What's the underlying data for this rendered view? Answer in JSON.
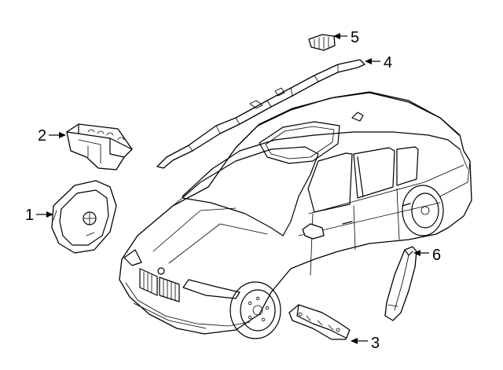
{
  "callouts": [
    {
      "id": "1",
      "label": "1"
    },
    {
      "id": "2",
      "label": "2"
    },
    {
      "id": "3",
      "label": "3"
    },
    {
      "id": "4",
      "label": "4"
    },
    {
      "id": "5",
      "label": "5"
    },
    {
      "id": "6",
      "label": "6"
    }
  ],
  "colors": {
    "line": "#000000",
    "background": "#ffffff"
  },
  "icons": {
    "logo": "roundel-logo-icon"
  }
}
